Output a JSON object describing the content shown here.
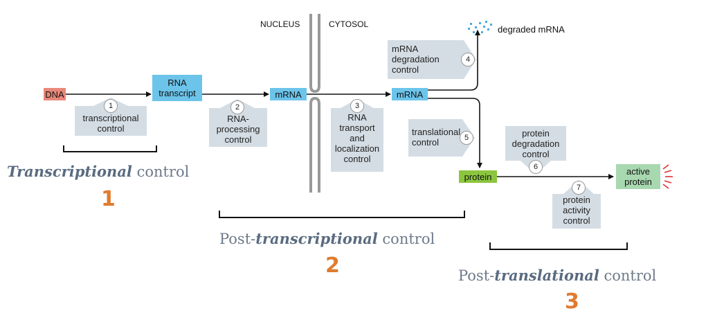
{
  "regions": {
    "nucleus": "NUCLEUS",
    "cytosol": "CYTOSOL"
  },
  "molecules": {
    "dna": "DNA",
    "rna_transcript": [
      "RNA",
      "transcript"
    ],
    "mrna_nucleus": "mRNA",
    "mrna_cytosol": "mRNA",
    "protein": "protein",
    "active_protein": [
      "active",
      "protein"
    ],
    "degraded_mrna": "degraded mRNA"
  },
  "steps": [
    {
      "number": "1",
      "label": [
        "transcriptional",
        "control"
      ]
    },
    {
      "number": "2",
      "label": [
        "RNA-",
        "processing",
        "control"
      ]
    },
    {
      "number": "3",
      "label": [
        "RNA",
        "transport",
        "and",
        "localization",
        "control"
      ]
    },
    {
      "number": "4",
      "label": [
        "mRNA",
        "degradation",
        "control"
      ]
    },
    {
      "number": "5",
      "label": [
        "translational",
        "control"
      ]
    },
    {
      "number": "6",
      "label": [
        "protein",
        "degradation",
        "control"
      ]
    },
    {
      "number": "7",
      "label": [
        "protein",
        "activity",
        "control"
      ]
    }
  ],
  "groups": [
    {
      "prefix": "",
      "emphasis": "Transcriptional",
      "suffix": " control",
      "number": "1"
    },
    {
      "prefix": "Post-",
      "emphasis": "transcriptional",
      "suffix": " control",
      "number": "2"
    },
    {
      "prefix": "Post-",
      "emphasis": "translational",
      "suffix": " control",
      "number": "3"
    }
  ],
  "colors": {
    "dna": "#e8887a",
    "rna": "#6cc4ea",
    "protein": "#8cc63e",
    "active_protein": "#a8d8b0",
    "control_box": "#d4dde4",
    "accent_number": "#e07b2f",
    "group_label": "#6d7a89"
  }
}
